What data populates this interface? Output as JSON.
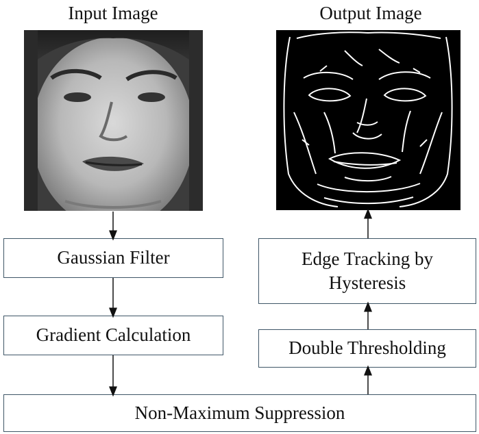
{
  "titles": {
    "input": "Input Image",
    "output": "Output Image"
  },
  "boxes": {
    "gaussian": "Gaussian Filter",
    "gradient": "Gradient Calculation",
    "nms": "Non-Maximum Suppression",
    "double": "Double Thresholding",
    "edge_line1": "Edge Tracking by",
    "edge_line2": "Hysteresis"
  },
  "images": {
    "input": "grayscale face photograph",
    "output": "edge map of face (white lines on black)"
  }
}
